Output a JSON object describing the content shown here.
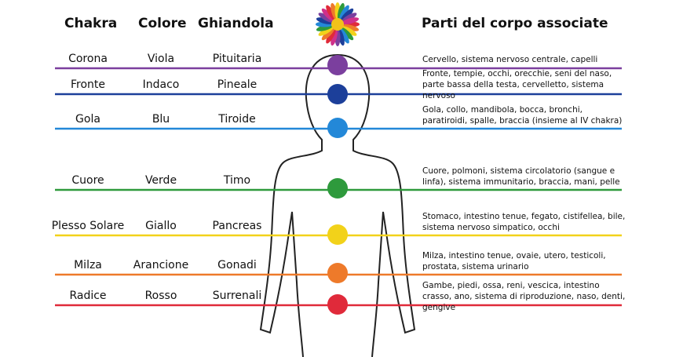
{
  "headers": {
    "chakra": "Chakra",
    "colore": "Colore",
    "ghiandola": "Ghiandola",
    "parti": "Parti del corpo associate"
  },
  "rows": [
    {
      "chakra": "Corona",
      "colore": "Viola",
      "ghiandola": "Pituitaria",
      "parti": "Cervello, sistema nervoso centrale, capelli",
      "color": "#7b3f9e"
    },
    {
      "chakra": "Fronte",
      "colore": "Indaco",
      "ghiandola": "Pineale",
      "parti": "Fronte, tempie, occhi, orecchie, seni del naso, parte bassa della testa, cervelletto, sistema nervoso",
      "color": "#1c3f9a"
    },
    {
      "chakra": "Gola",
      "colore": "Blu",
      "ghiandola": "Tiroide",
      "parti": "Gola, collo, mandibola, bocca, bronchi, paratiroidi, spalle, braccia (insieme al IV chakra)",
      "color": "#2388d8"
    },
    {
      "chakra": "Cuore",
      "colore": "Verde",
      "ghiandola": "Timo",
      "parti": "Cuore, polmoni, sistema circolatorio (sangue e linfa), sistema immunitario, braccia, mani, pelle",
      "color": "#2e9a3c"
    },
    {
      "chakra": "Plesso Solare",
      "colore": "Giallo",
      "ghiandola": "Pancreas",
      "parti": "Stomaco, intestino tenue, fegato, cistifellea, bile, sistema nervoso simpatico, occhi",
      "color": "#f2d21a"
    },
    {
      "chakra": "Milza",
      "colore": "Arancione",
      "ghiandola": "Gonadi",
      "parti": "Milza, intestino tenue, ovaie, utero, testicoli, prostata, sistema urinario",
      "color": "#ee7a2a"
    },
    {
      "chakra": "Radice",
      "colore": "Rosso",
      "ghiandola": "Surrenali",
      "parti": "Gambe, piedi, ossa, reni, vescica, intestino crasso, ano, sistema di riproduzione, naso, denti, gengive",
      "color": "#e02a3a"
    }
  ]
}
